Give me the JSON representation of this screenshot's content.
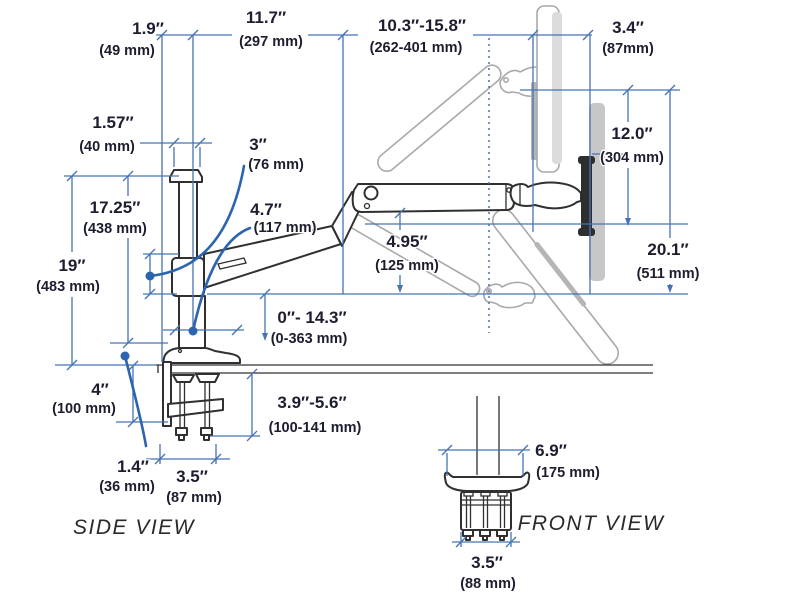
{
  "diagram": {
    "side_view_label": "SIDE VIEW",
    "front_view_label": "FRONT VIEW",
    "colors": {
      "dimension_blue": "#4673b4",
      "leader_blue": "#2d64af",
      "label_ink": "#1d1d30",
      "drawing_outline": "#303030",
      "ghost_gray": "#a9a9a9",
      "monitor_panel_gray": "#c7c7c7"
    },
    "dims": {
      "pole_offset": {
        "in": "1.9″",
        "mm": "(49 mm)"
      },
      "arm_extension": {
        "in": "11.7″",
        "mm": "(297 mm)"
      },
      "reach_range": {
        "in": "10.3″-15.8″",
        "mm": "(262-401 mm)"
      },
      "monitor_depth": {
        "in": "3.4″",
        "mm": "(87mm)"
      },
      "pole_cap_width": {
        "in": "1.57″",
        "mm": "(40 mm)"
      },
      "collar_travel": {
        "in": "3″",
        "mm": "(76 mm)"
      },
      "pole_height": {
        "in": "17.25″",
        "mm": "(438 mm)"
      },
      "arm_drop": {
        "in": "4.7″",
        "mm": "(117 mm)"
      },
      "total_height": {
        "in": "19″",
        "mm": "(483 mm)"
      },
      "forearm_drop": {
        "in": "4.95″",
        "mm": "(125 mm)"
      },
      "screen_travel": {
        "in": "12.0″",
        "mm": "(304 mm)"
      },
      "lowest_position": {
        "in": "20.1″",
        "mm": "(511 mm)"
      },
      "lift_range": {
        "in": "0″- 14.3″",
        "mm": "(0-363 mm)"
      },
      "clamp_depth": {
        "in": "4″",
        "mm": "(100 mm)"
      },
      "clamp_opening": {
        "in": "3.9″-5.6″",
        "mm": "(100-141 mm)"
      },
      "desk_thickness": {
        "in": "1.4″",
        "mm": "(36 mm)"
      },
      "clamp_width_side": {
        "in": "3.5″",
        "mm": "(87 mm)"
      },
      "base_width": {
        "in": "6.9″",
        "mm": "(175 mm)"
      },
      "clamp_width_front": {
        "in": "3.5″",
        "mm": "(88 mm)"
      }
    }
  }
}
